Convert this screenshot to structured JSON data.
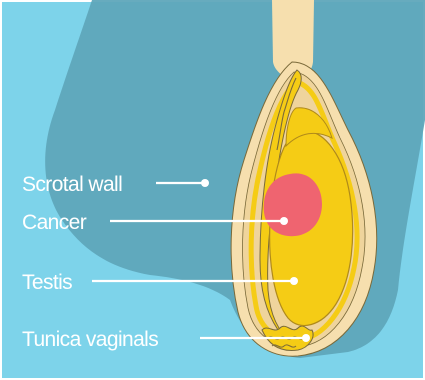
{
  "labels": {
    "scrotal_wall": "Scrotal wall",
    "cancer": "Cancer",
    "testis": "Testis",
    "tunica_vaginalis": "Tunica vaginals"
  },
  "colors": {
    "background": "#7dd3ea",
    "body_silhouette": "#5fa7bb",
    "scrotal_wall_layer": "#f6dfae",
    "testis": "#f5cc15",
    "tumor": "#ef6470",
    "lines": "#ffffff"
  }
}
